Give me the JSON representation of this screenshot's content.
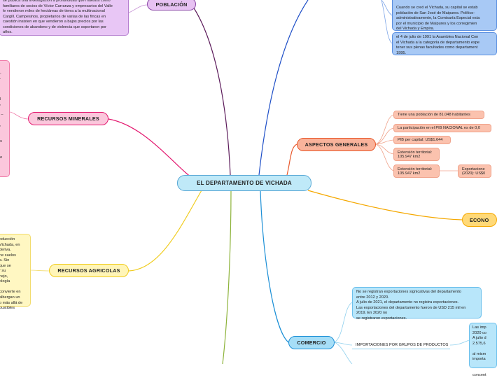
{
  "central": {
    "label": "EL DEPARTAMENTO DE VICHADA"
  },
  "branches": {
    "poblacion": {
      "label": "POBLACIÓN"
    },
    "recursos_minerales": {
      "label": "RECURSOS MINERALES"
    },
    "recursos_agricolas": {
      "label": "RECURSOS AGRICOLAS"
    },
    "aspectos_generales": {
      "label": "ASPECTOS GENERALES"
    },
    "economia": {
      "label": "ECONO"
    },
    "comercio": {
      "label": "COMERCIO"
    }
  },
  "notes": {
    "poblacion_text": "se publica una investigación a profundidad que muestra cómo\nfamiliares de socios de Víctor Carranza y empresarios del Valle\nle vendieron miles de hectáreas de tierra a la multinacional\nCargill. Campesinos, propietarios de varias de las fincas en\ncuestión insisten en que vendieron a bajos precios por las\ncondiciones de abandono y de violencia que soportaron por\naños.",
    "history_1": "Cuando se creó el Vichada, su capital se estab\npoblación de San José de Maipures. Político-\nadministrativamente, la Comisaría Especial esta\npor el municipio de Maipures y los corregimien\ndel Vichada y Empira.",
    "history_2": "el 4 de julio de 1991 la Asamblea Nacional Con\nel Vichada a la categoría de departamento espe\ntener sus plenas facultades como departament\n1995.",
    "minerales_fragment": "n,\ns.\n\n\n\nal\ns,\n\ns –\n\ns,\n\n\nes\n\n\nde",
    "agricolas_fragment": "oducción\nVichada, en\nderiva.\nne suelos\na. Sin\nque se\nr su\nnejo,\nología\n\nconvierte en\nalbergan un\no más allá de\nbustibles",
    "comercio_exports": "No se registran exportaciones signicativas del departamento\nentre 2012 y 2020.\nA julio de 2021, el departamento no registra exportaciones.\nLas exportaciones del departamento fueron de USD 215 mil en\n2019. En 2020 no\nse registraron exportaciones.",
    "importaciones_label": "IMPORTACIONES POR GRUPOS DE PRODUCTOS",
    "importaciones_fragment": "Las imp\n2020 co\nA julio d\n2.575,6\n\nal mism\nimporta\n\n\nconcent"
  },
  "aspectos_items": [
    "Tiene una población de 81.048 habitantes",
    "La participación en el PIB NACIONAL es de 0,0",
    "PIB per capital: US$1.644",
    "Extensión territorial:\n105.947 km2",
    "Extensión territorial:\n105.947 km2"
  ],
  "aspectos_sub": "Exportacione\n(2020): US$0",
  "colors": {
    "poblacion": "#5b1a5a",
    "minerales": "#e3186f",
    "agricolas": "#f0cc1e",
    "aspectos": "#e8572a",
    "economia": "#f5a800",
    "comercio": "#1b8fd6",
    "top_blue": "#1e4fc7",
    "bottom_green": "#8db33a"
  }
}
